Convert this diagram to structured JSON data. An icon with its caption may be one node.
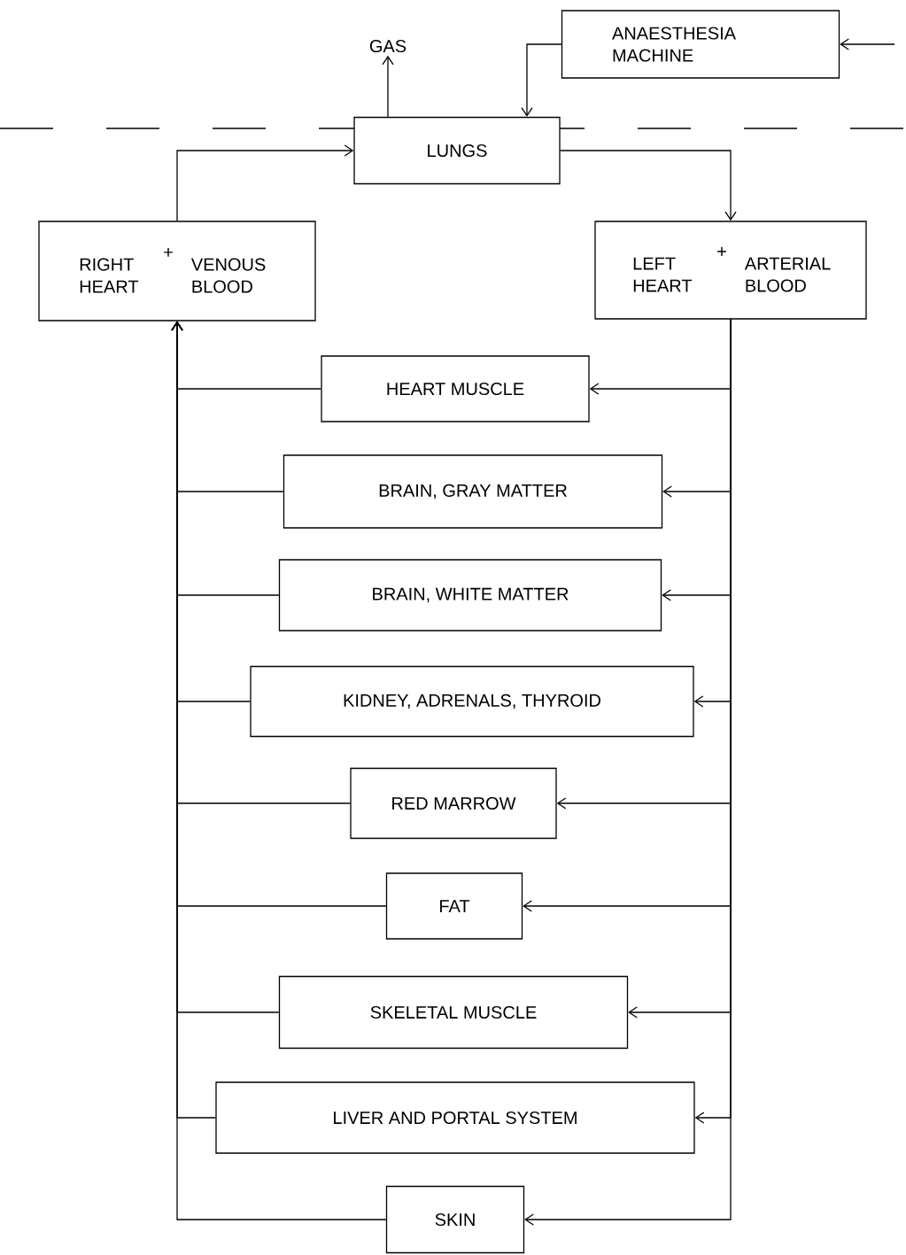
{
  "diagram": {
    "nodes": [
      {
        "text": [
          "GAS"
        ]
      },
      {
        "text": [
          "ANAESTHESIA MACHINE"
        ]
      },
      {
        "text": [
          "LUNGS"
        ]
      },
      {
        "text": [
          "RIGHT HEART",
          "+",
          "VENOUS BLOOD"
        ]
      },
      {
        "text": [
          "LEFT HEART",
          "+",
          "ARTERIAL BLOOD"
        ]
      },
      {
        "text": [
          "HEART MUSCLE"
        ]
      },
      {
        "text": [
          "BRAIN, GRAY MATTER"
        ]
      },
      {
        "text": [
          "BRAIN, WHITE MATTER"
        ]
      },
      {
        "text": [
          "KIDNEY, ADRENALS, THYROID"
        ]
      },
      {
        "text": [
          "RED MARROW"
        ]
      },
      {
        "text": [
          "FAT"
        ]
      },
      {
        "text": [
          "SKELETAL MUSCLE"
        ]
      },
      {
        "text": [
          "LIVER AND PORTAL SYSTEM"
        ]
      },
      {
        "text": [
          "SKIN"
        ]
      }
    ],
    "edges": [
      {
        "from": null,
        "to": 1,
        "arrow": "to"
      },
      {
        "from": 1,
        "to": 2,
        "arrow": "to"
      },
      {
        "from": 2,
        "to": 0,
        "arrow": "to"
      },
      {
        "from": 2,
        "to": 4,
        "arrow": "to"
      },
      {
        "from": 3,
        "to": 2,
        "arrow": "to"
      },
      {
        "from": 4,
        "to": 5,
        "arrow": "to"
      },
      {
        "from": 4,
        "to": 6,
        "arrow": "to"
      },
      {
        "from": 4,
        "to": 7,
        "arrow": "to"
      },
      {
        "from": 4,
        "to": 8,
        "arrow": "to"
      },
      {
        "from": 4,
        "to": 9,
        "arrow": "to"
      },
      {
        "from": 4,
        "to": 10,
        "arrow": "to"
      },
      {
        "from": 4,
        "to": 11,
        "arrow": "to"
      },
      {
        "from": 4,
        "to": 12,
        "arrow": "to"
      },
      {
        "from": 4,
        "to": 13,
        "arrow": "to"
      },
      {
        "from": 5,
        "to": 3,
        "arrow": "to"
      },
      {
        "from": 6,
        "to": 3,
        "arrow": "to"
      },
      {
        "from": 7,
        "to": 3,
        "arrow": "to"
      },
      {
        "from": 8,
        "to": 3,
        "arrow": "to"
      },
      {
        "from": 9,
        "to": 3,
        "arrow": "to"
      },
      {
        "from": 10,
        "to": 3,
        "arrow": "to"
      },
      {
        "from": 11,
        "to": 3,
        "arrow": "to"
      },
      {
        "from": 12,
        "to": 3,
        "arrow": "to"
      },
      {
        "from": 13,
        "to": 3,
        "arrow": "to"
      }
    ]
  }
}
